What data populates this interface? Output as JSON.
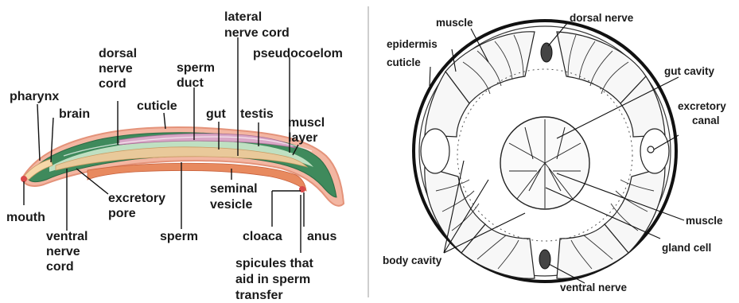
{
  "long_section": {
    "labels": {
      "pharynx": "pharynx",
      "brain": "brain",
      "mouth": "mouth",
      "ventral_nerve_cord_1": "ventral",
      "ventral_nerve_cord_2": "nerve",
      "ventral_nerve_cord_3": "cord",
      "dorsal_nerve_cord_1": "dorsal",
      "dorsal_nerve_cord_2": "nerve",
      "dorsal_nerve_cord_3": "cord",
      "cuticle": "cuticle",
      "sperm_duct_1": "sperm",
      "sperm_duct_2": "duct",
      "gut": "gut",
      "lateral_nerve_cord_1": "lateral",
      "lateral_nerve_cord_2": "nerve cord",
      "testis": "testis",
      "pseudocoelom": "pseudocoelom",
      "muscle_layer_1": "muscl",
      "muscle_layer_2": "layer",
      "excretory_pore_1": "excretory",
      "excretory_pore_2": "pore",
      "sperm": "sperm",
      "seminal_vesicle_1": "seminal",
      "seminal_vesicle_2": "vesicle",
      "cloaca": "cloaca",
      "anus": "anus",
      "spicules_1": "spicules that",
      "spicules_2": "aid in sperm",
      "spicules_3": "transfer"
    }
  },
  "cross_section": {
    "labels": {
      "muscle_top": "muscle",
      "dorsal_nerve": "dorsal nerve",
      "epidermis": "epidermis",
      "cuticle": "cuticle",
      "gut_cavity": "gut cavity",
      "excretory_canal_1": "excretory",
      "excretory_canal_2": "canal",
      "muscle_right": "muscle",
      "gland_cell": "gland cell",
      "body_cavity": "body cavity",
      "ventral_nerve": "ventral nerve"
    }
  }
}
